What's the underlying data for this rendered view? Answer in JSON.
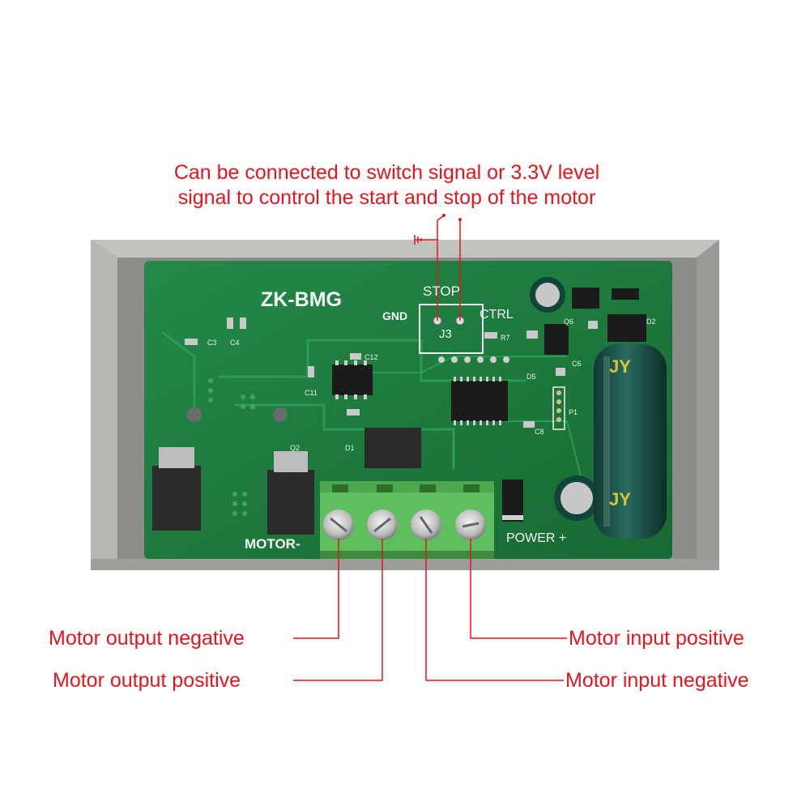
{
  "annotations": {
    "top_line1": "Can be connected to switch signal or 3.3V level",
    "top_line2": "signal to control the start and stop of the motor",
    "motor_output_negative": "Motor output negative",
    "motor_output_positive": "Motor output positive",
    "motor_input_positive": "Motor input positive",
    "motor_input_negative": "Motor input negative"
  },
  "board": {
    "model": "ZK-BMG",
    "stop": "STOP",
    "gnd": "GND",
    "ctrl": "CTRL",
    "j3": "J3",
    "motor": "MOTOR-",
    "power": "POWER +",
    "components": {
      "c3": "C3",
      "c4": "C4",
      "c11": "C11",
      "c12": "C12",
      "q2": "Q2",
      "d1": "D1",
      "c8": "C8",
      "r7": "R7",
      "c6": "C6",
      "d2": "D2",
      "q6": "Q6",
      "d5": "D5",
      "p1": "P1",
      "cap_brand": "JY"
    }
  },
  "colors": {
    "annotation_red": "#e8141c",
    "pcb_green": "#1f7a3c",
    "terminal_green": "#5fbf5f",
    "enclosure_gray": "#a9aaa5"
  }
}
